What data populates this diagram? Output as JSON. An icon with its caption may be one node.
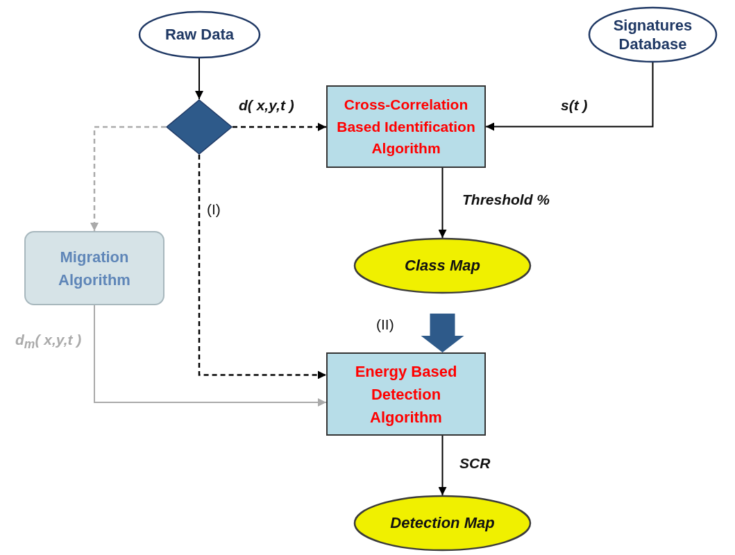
{
  "diagram": {
    "nodes": [
      {
        "text": [
          "Raw Data"
        ]
      },
      {
        "text": [
          "Signatures Database"
        ]
      },
      {
        "text": [],
        "shape": "diamond"
      },
      {
        "text": [
          "Cross-Correlation Based Identification Algorithm"
        ]
      },
      {
        "text": [
          "Migration Algorithm"
        ]
      },
      {
        "text": [
          "Class Map"
        ]
      },
      {
        "text": [
          "Energy Based Detection Algorithm"
        ]
      },
      {
        "text": [
          "Detection Map"
        ]
      }
    ],
    "edges": [
      {
        "from": 0,
        "to": 2,
        "arrow": "to"
      },
      {
        "from": 2,
        "to": 3,
        "arrow": "to",
        "label": "d( x,y,t )",
        "style": "dashed"
      },
      {
        "from": 1,
        "to": 3,
        "arrow": "to",
        "label": "s(t )"
      },
      {
        "from": 3,
        "to": 5,
        "arrow": "to",
        "label": "Threshold %"
      },
      {
        "from": 5,
        "to": 6,
        "arrow": "to",
        "label": "(II)",
        "style": "thick",
        "color": "#2e5a8a"
      },
      {
        "from": 2,
        "to": 4,
        "arrow": "to",
        "style": "dashed",
        "color": "#aaaaaa"
      },
      {
        "from": 2,
        "to": 6,
        "arrow": "to",
        "label": "(I)",
        "style": "dashed"
      },
      {
        "from": 4,
        "to": 6,
        "arrow": "to",
        "label": "d$_{m}$( x,y,t )",
        "color": "#aaaaaa"
      },
      {
        "from": 6,
        "to": 7,
        "arrow": "to",
        "label": "SCR"
      }
    ]
  }
}
